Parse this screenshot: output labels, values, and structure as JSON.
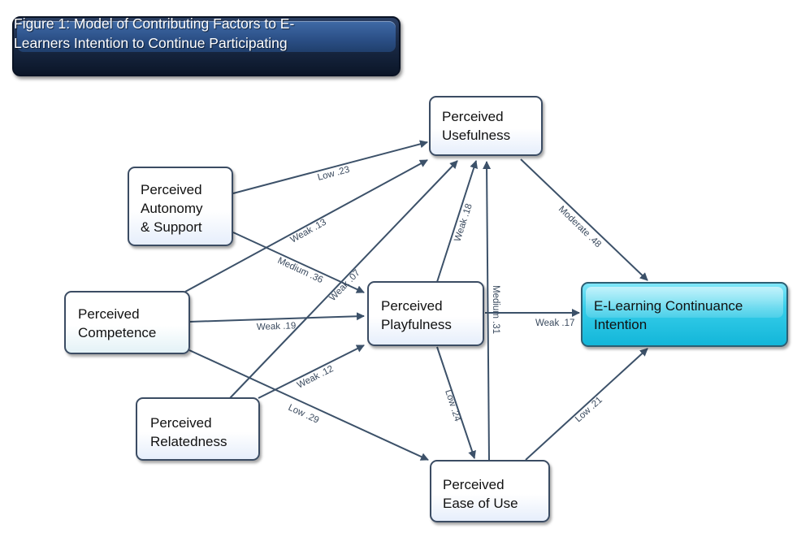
{
  "title": "Figure 1: Model of Contributing Factors to E-\nLearners Intention to Continue Participating",
  "nodes": {
    "usefulness": "Perceived\nUsefulness",
    "autonomy": "Perceived\nAutonomy\n& Support",
    "competence": "Perceived\nCompetence",
    "playfulness": "Perceived\nPlayfulness",
    "intention": "E-Learning Continuance\nIntention",
    "relatedness": "Perceived\nRelatedness",
    "ease": "Perceived\nEase of Use"
  },
  "edges": [
    {
      "from": "autonomy",
      "to": "usefulness",
      "label": "Low .23"
    },
    {
      "from": "competence",
      "to": "usefulness",
      "label": "Weak .13"
    },
    {
      "from": "autonomy",
      "to": "playfulness",
      "label": "Medium .36"
    },
    {
      "from": "relatedness",
      "to": "usefulness",
      "label": "Weak .07"
    },
    {
      "from": "playfulness",
      "to": "usefulness",
      "label": "Weak .18"
    },
    {
      "from": "usefulness",
      "to": "intention",
      "label": "Moderate .48"
    },
    {
      "from": "ease",
      "to": "usefulness",
      "label": "Medium .31"
    },
    {
      "from": "competence",
      "to": "playfulness",
      "label": "Weak .19"
    },
    {
      "from": "playfulness",
      "to": "intention",
      "label": "Weak .17"
    },
    {
      "from": "relatedness",
      "to": "playfulness",
      "label": "Weak .12"
    },
    {
      "from": "competence",
      "to": "ease",
      "label": "Low .29"
    },
    {
      "from": "playfulness",
      "to": "ease",
      "label": "Low .24"
    },
    {
      "from": "ease",
      "to": "intention",
      "label": "Low .21"
    }
  ],
  "colors": {
    "arrow": "#3c5169",
    "node_border": "#3b4c63",
    "outcome_fill": "#22c2e2",
    "title_fill": "#1a2a46"
  }
}
